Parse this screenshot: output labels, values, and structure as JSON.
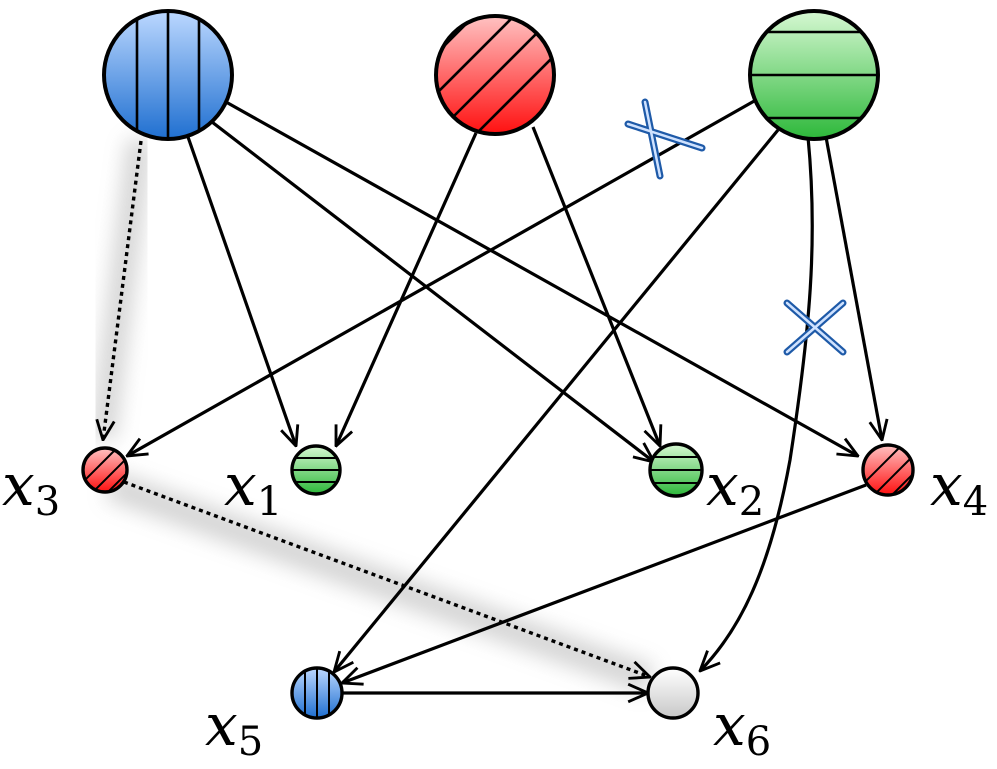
{
  "diagram": {
    "type": "causal-graph",
    "colors": {
      "blue": "#2f7fd6",
      "red": "#ff2a2a",
      "green": "#3ec24a",
      "gray": "#d8d8d8",
      "stroke": "#000000",
      "cross": "#1e5aa8"
    },
    "latent_nodes": [
      {
        "id": "L_blue",
        "color": "blue",
        "pattern": "vertical-stripes"
      },
      {
        "id": "L_red",
        "color": "red",
        "pattern": "diagonal-stripes"
      },
      {
        "id": "L_green",
        "color": "green",
        "pattern": "horizontal-stripes"
      }
    ],
    "observed_nodes": [
      {
        "id": "x3",
        "var": "x",
        "sub": "3",
        "color": "red",
        "pattern": "diagonal-stripes"
      },
      {
        "id": "x1",
        "var": "x",
        "sub": "1",
        "color": "green",
        "pattern": "horizontal-stripes"
      },
      {
        "id": "x2",
        "var": "x",
        "sub": "2",
        "color": "green",
        "pattern": "horizontal-stripes"
      },
      {
        "id": "x4",
        "var": "x",
        "sub": "4",
        "color": "red",
        "pattern": "diagonal-stripes"
      },
      {
        "id": "x5",
        "var": "x",
        "sub": "5",
        "color": "blue",
        "pattern": "vertical-stripes"
      },
      {
        "id": "x6",
        "var": "x",
        "sub": "6",
        "color": "gray",
        "pattern": "none"
      }
    ],
    "edges": [
      {
        "from": "L_blue",
        "to": "x3",
        "style": "dotted"
      },
      {
        "from": "L_blue",
        "to": "x1",
        "style": "solid"
      },
      {
        "from": "L_blue",
        "to": "x2",
        "style": "solid"
      },
      {
        "from": "L_blue",
        "to": "x4",
        "style": "solid"
      },
      {
        "from": "L_red",
        "to": "x1",
        "style": "solid"
      },
      {
        "from": "L_red",
        "to": "x2",
        "style": "solid"
      },
      {
        "from": "L_green",
        "to": "x3",
        "style": "solid",
        "crossed": true
      },
      {
        "from": "L_green",
        "to": "x5",
        "style": "solid"
      },
      {
        "from": "L_green",
        "to": "x6",
        "style": "solid",
        "crossed": true
      },
      {
        "from": "L_green",
        "to": "x4",
        "style": "solid"
      },
      {
        "from": "x3",
        "to": "x6",
        "style": "dotted"
      },
      {
        "from": "x4",
        "to": "x5",
        "style": "solid"
      },
      {
        "from": "x5",
        "to": "x6",
        "style": "solid"
      }
    ]
  }
}
